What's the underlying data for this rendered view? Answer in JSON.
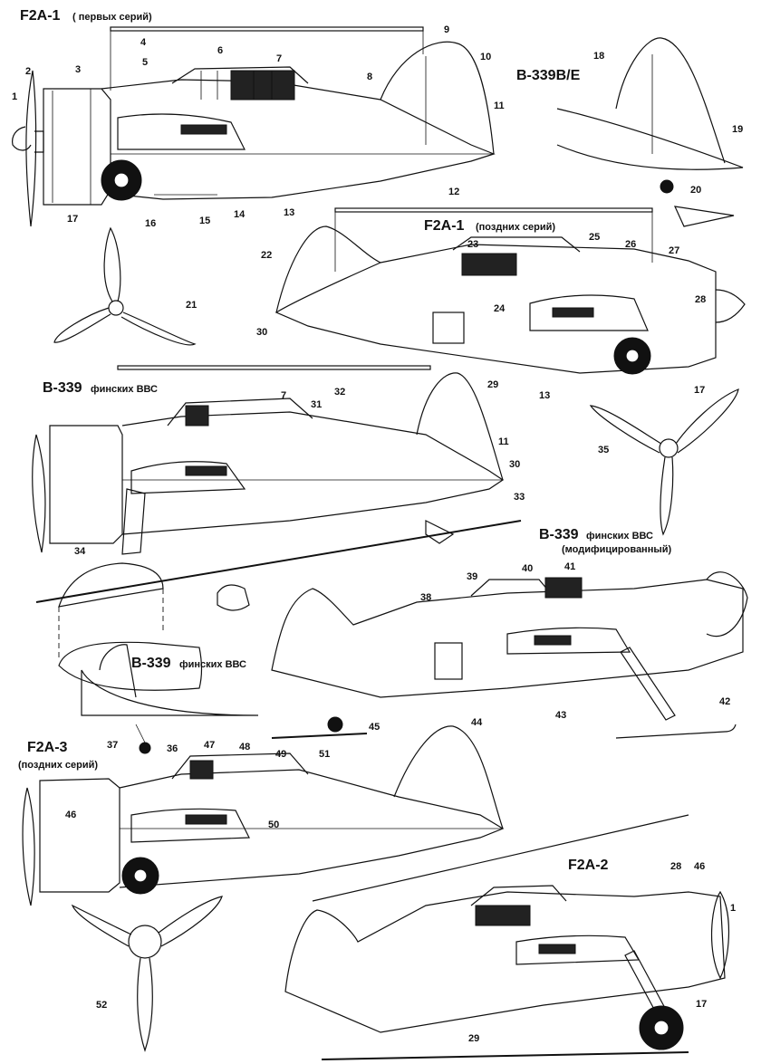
{
  "titles": {
    "f2a1_early": {
      "name": "F2A-1",
      "note": "( первых серий)"
    },
    "b339be": {
      "name": "B-339B/E"
    },
    "f2a1_late": {
      "name": "F2A-1",
      "note": "(поздних серий)"
    },
    "b339_finnish": {
      "name": "B-339",
      "note": "финских ВВС"
    },
    "b339_finnish_mod": {
      "name": "B-339",
      "note": "финских ВВС",
      "note2": "(модифицированный)"
    },
    "b339_finnish_tail": {
      "name": "B-339",
      "note": "финских ВВС"
    },
    "f2a3_late": {
      "name": "F2A-3",
      "note": "(поздних серий)"
    },
    "f2a2": {
      "name": "F2A-2"
    }
  },
  "callouts": [
    {
      "id": "c1a",
      "text": "1"
    },
    {
      "id": "c2",
      "text": "2"
    },
    {
      "id": "c3",
      "text": "3"
    },
    {
      "id": "c4",
      "text": "4"
    },
    {
      "id": "c5",
      "text": "5"
    },
    {
      "id": "c6",
      "text": "6"
    },
    {
      "id": "c7a",
      "text": "7"
    },
    {
      "id": "c8",
      "text": "8"
    },
    {
      "id": "c9",
      "text": "9"
    },
    {
      "id": "c10",
      "text": "10"
    },
    {
      "id": "c11a",
      "text": "11"
    },
    {
      "id": "c12",
      "text": "12"
    },
    {
      "id": "c13a",
      "text": "13"
    },
    {
      "id": "c14",
      "text": "14"
    },
    {
      "id": "c15",
      "text": "15"
    },
    {
      "id": "c16",
      "text": "16"
    },
    {
      "id": "c17a",
      "text": "17"
    },
    {
      "id": "c18",
      "text": "18"
    },
    {
      "id": "c19",
      "text": "19"
    },
    {
      "id": "c20",
      "text": "20"
    },
    {
      "id": "c21",
      "text": "21"
    },
    {
      "id": "c22",
      "text": "22"
    },
    {
      "id": "c23",
      "text": "23"
    },
    {
      "id": "c24",
      "text": "24"
    },
    {
      "id": "c25",
      "text": "25"
    },
    {
      "id": "c26",
      "text": "26"
    },
    {
      "id": "c27",
      "text": "27"
    },
    {
      "id": "c28a",
      "text": "28"
    },
    {
      "id": "c29a",
      "text": "29"
    },
    {
      "id": "c30a",
      "text": "30"
    },
    {
      "id": "c13b",
      "text": "13"
    },
    {
      "id": "c17b",
      "text": "17"
    },
    {
      "id": "c35",
      "text": "35"
    },
    {
      "id": "c7b",
      "text": "7"
    },
    {
      "id": "c31",
      "text": "31"
    },
    {
      "id": "c32",
      "text": "32"
    },
    {
      "id": "c11b",
      "text": "11"
    },
    {
      "id": "c30b",
      "text": "30"
    },
    {
      "id": "c33",
      "text": "33"
    },
    {
      "id": "c34",
      "text": "34"
    },
    {
      "id": "c39",
      "text": "39"
    },
    {
      "id": "c40",
      "text": "40"
    },
    {
      "id": "c41",
      "text": "41"
    },
    {
      "id": "c38",
      "text": "38"
    },
    {
      "id": "c42",
      "text": "42"
    },
    {
      "id": "c43",
      "text": "43"
    },
    {
      "id": "c44",
      "text": "44"
    },
    {
      "id": "c45",
      "text": "45"
    },
    {
      "id": "c37",
      "text": "37"
    },
    {
      "id": "c36",
      "text": "36"
    },
    {
      "id": "c47",
      "text": "47"
    },
    {
      "id": "c48",
      "text": "48"
    },
    {
      "id": "c49",
      "text": "49"
    },
    {
      "id": "c51",
      "text": "51"
    },
    {
      "id": "c46a",
      "text": "46"
    },
    {
      "id": "c50",
      "text": "50"
    },
    {
      "id": "c28b",
      "text": "28"
    },
    {
      "id": "c46b",
      "text": "46"
    },
    {
      "id": "c1b",
      "text": "1"
    },
    {
      "id": "c17c",
      "text": "17"
    },
    {
      "id": "c29b",
      "text": "29"
    },
    {
      "id": "c52",
      "text": "52"
    }
  ]
}
